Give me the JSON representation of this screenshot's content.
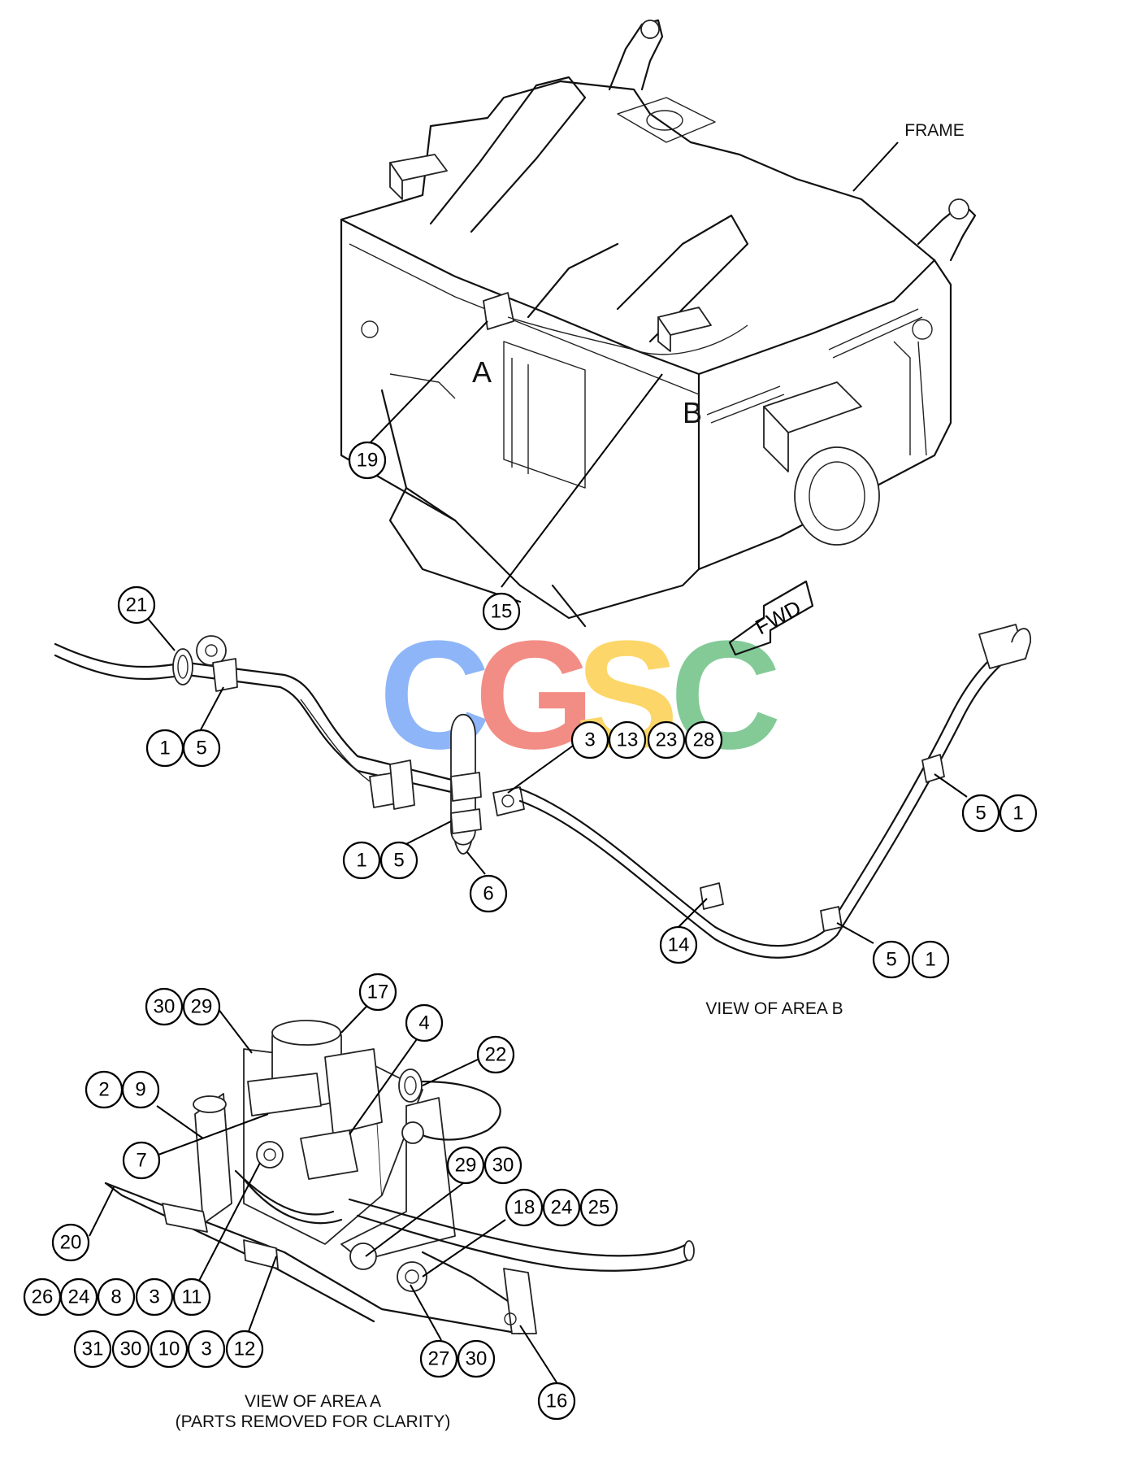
{
  "labels": {
    "frame": "FRAME",
    "area_a": "A",
    "area_b": "B",
    "fwd": "FWD",
    "view_b": "VIEW OF AREA B",
    "view_a_line1": "VIEW OF AREA A",
    "view_a_line2": "(PARTS REMOVED FOR CLARITY)"
  },
  "watermark": {
    "letters": [
      "C",
      "G",
      "S",
      "C"
    ],
    "colors": [
      "#4285f4",
      "#ea4335",
      "#fbbc05",
      "#34a853"
    ]
  },
  "callouts": {
    "top": [
      "19",
      "15"
    ],
    "area_b": {
      "c21": "21",
      "g1": [
        "1",
        "5"
      ],
      "g2": [
        "1",
        "5"
      ],
      "c6": "6",
      "g3": [
        "3",
        "13",
        "23",
        "28"
      ],
      "g4": [
        "5",
        "1"
      ],
      "c14": "14",
      "g5": [
        "5",
        "1"
      ]
    },
    "area_a": {
      "g30_29": [
        "30",
        "29"
      ],
      "c17": "17",
      "c4": "4",
      "c22": "22",
      "g2_9": [
        "2",
        "9"
      ],
      "c7": "7",
      "g29_30": [
        "29",
        "30"
      ],
      "g18": [
        "18",
        "24",
        "25"
      ],
      "c20": "20",
      "g26": [
        "26",
        "24",
        "8",
        "3",
        "11"
      ],
      "g31": [
        "31",
        "30",
        "10",
        "3",
        "12"
      ],
      "g27": [
        "27",
        "30"
      ],
      "c16": "16"
    }
  }
}
